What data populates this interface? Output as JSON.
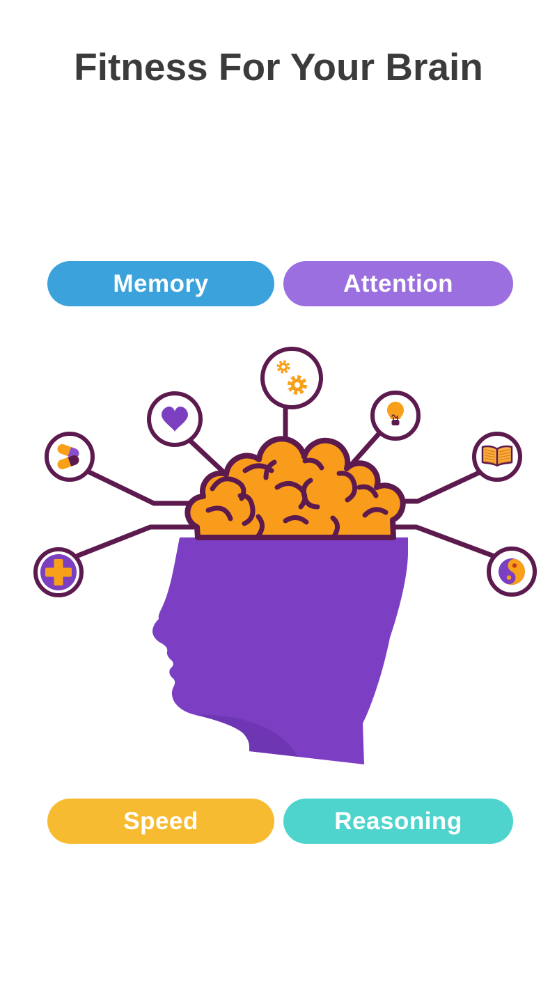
{
  "page": {
    "background": "#ffffff"
  },
  "title": {
    "text": "Fitness For Your Brain",
    "color": "#3b3b3b"
  },
  "pills": [
    {
      "id": "memory",
      "label": "Memory",
      "color": "#3ba2db",
      "position": "top-left"
    },
    {
      "id": "attention",
      "label": "Attention",
      "color": "#9b6fe0",
      "position": "top-right"
    },
    {
      "id": "speed",
      "label": "Speed",
      "color": "#f7bb32",
      "position": "bottom-left"
    },
    {
      "id": "reasoning",
      "label": "Reasoning",
      "color": "#4fd4cd",
      "position": "bottom-right"
    }
  ],
  "illustration": {
    "description": "Purple human head profile facing left with exposed orange brain; plum connector lines radiate to seven white circular badges with icons",
    "colors": {
      "head_purple": "#7c3fc4",
      "neck_shadow_purple": "#6f36b4",
      "brain_orange": "#f99c1b",
      "outline_plum": "#5c1a4e",
      "icon_orange": "#f9a01b",
      "icon_purple": "#7b3fc0"
    },
    "icons": [
      {
        "name": "pills-icon",
        "meaning": "medication capsules"
      },
      {
        "name": "heart-icon",
        "meaning": "heart"
      },
      {
        "name": "gears-icon",
        "meaning": "two gears"
      },
      {
        "name": "lightbulb-icon",
        "meaning": "light bulb idea"
      },
      {
        "name": "book-icon",
        "meaning": "open book"
      },
      {
        "name": "plus-icon",
        "meaning": "health plus cross"
      },
      {
        "name": "yin-yang-icon",
        "meaning": "yin yang balance"
      }
    ]
  }
}
